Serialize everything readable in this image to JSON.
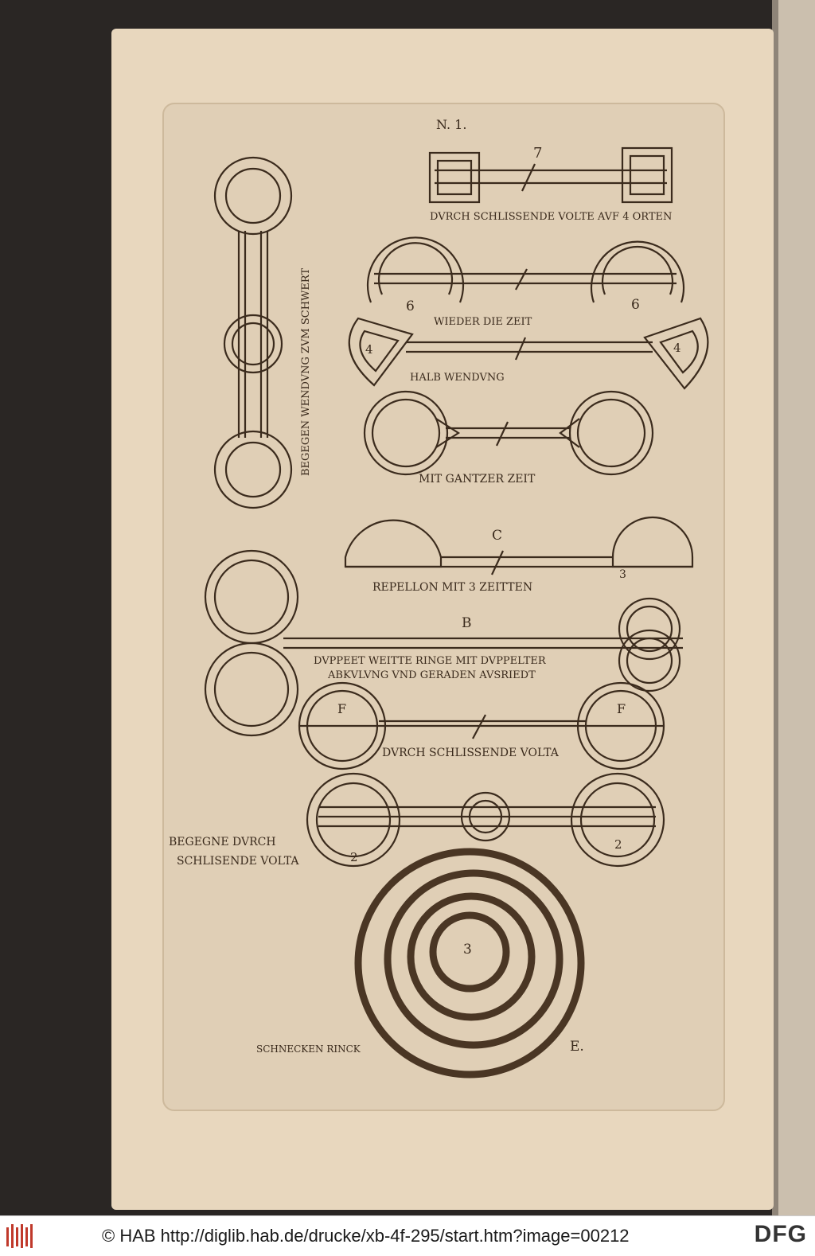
{
  "plate": {
    "number": "N. 1.",
    "captions": {
      "c1": "DVRCH SCHLISSENDE VOLTE AVF 4 ORTEN",
      "c2": "WIEDER DIE ZEIT",
      "c3": "HALB WENDVNG",
      "c4": "MIT GANTZER ZEIT",
      "c5": "REPELLON MIT 3 ZEITTEN",
      "c6a": "DVPPEET WEITTE RINGE MIT DVPPELTER",
      "c6b": "ABKVLVNG VND GERADEN AVSRIEDT",
      "c7": "DVRCH SCHLISSENDE VOLTA",
      "c8a": "BEGEGNE DVRCH",
      "c8b": "SCHLISENDE VOLTA",
      "c9": "SCHNECKEN RINCK",
      "vertical": "BEGEGEN WENDVNG ZVM SCHWERT"
    },
    "marks": {
      "seven": "7",
      "six_left": "6",
      "six_right": "6",
      "four_left": "4",
      "four_right": "4",
      "c": "C",
      "three": "3",
      "b": "B",
      "f_left": "F",
      "f_right": "F",
      "two_left": "2",
      "two_right": "2",
      "spiral_center": "3",
      "e": "E."
    }
  },
  "footer": {
    "credit": "© HAB http://diglib.hab.de/drucke/xb-4f-295/start.htm?image=00212",
    "logo": "DFG"
  }
}
